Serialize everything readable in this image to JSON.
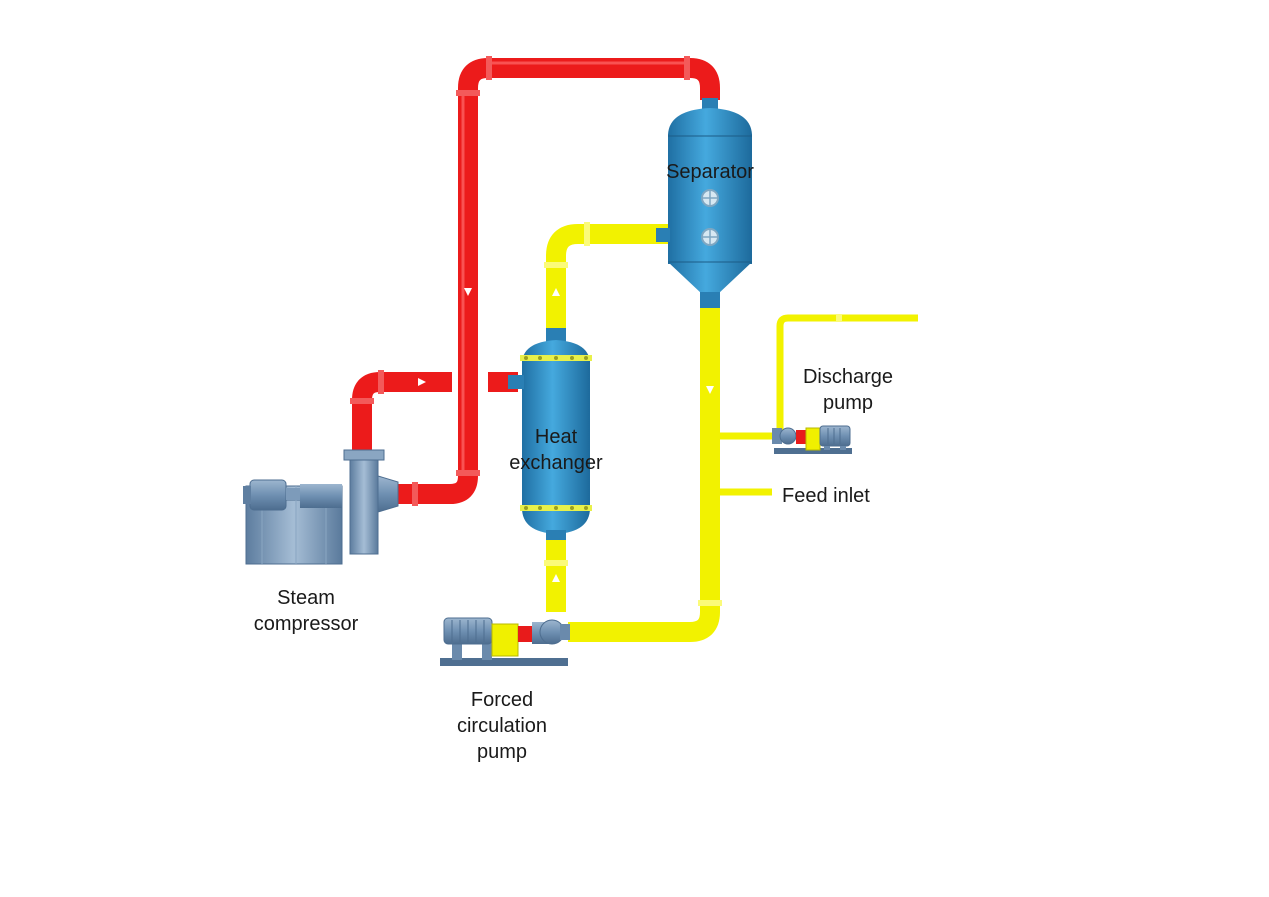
{
  "colors": {
    "steam_pipe": "#ee1c1c",
    "liquid_pipe": "#f0f000",
    "vessel": "#2b8fc8",
    "machinery": "#6e8fb0",
    "background": "#ffffff"
  },
  "labels": {
    "separator": [
      "Separator"
    ],
    "heat_exchanger": [
      "Heat",
      "exchanger"
    ],
    "steam_compressor": [
      "Steam",
      "compressor"
    ],
    "forced_circulation_pump": [
      "Forced",
      "circulation",
      "pump"
    ],
    "discharge_pump": [
      "Discharge",
      "pump"
    ],
    "feed_inlet": [
      "Feed inlet"
    ]
  }
}
